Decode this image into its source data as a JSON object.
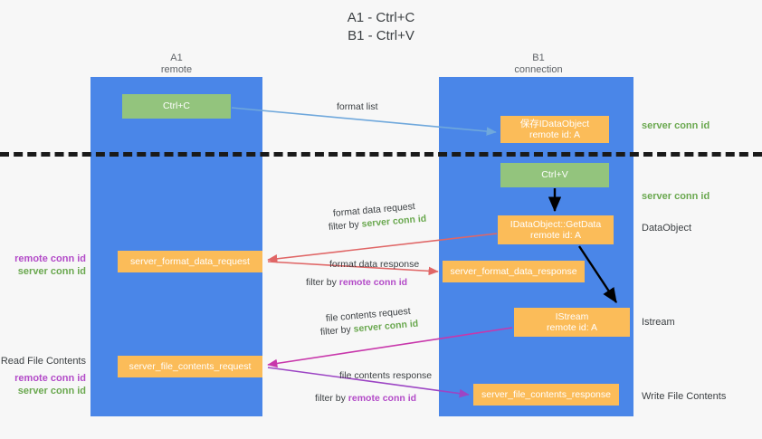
{
  "title": "A1 - Ctrl+C\nB1 - Ctrl+V",
  "columns": [
    {
      "name": "A1",
      "sub": "remote",
      "header": "A1\nremote"
    },
    {
      "name": "B1",
      "sub": "connection",
      "header": "B1\nconnection"
    }
  ],
  "boxes": {
    "ctrl_c": "Ctrl+C",
    "idataobject": "保存IDataObject\nremote id: A",
    "ctrl_v": "Ctrl+V",
    "getdata": "IDataObject::GetData\nremote id: A",
    "istream": "IStream\nremote id: A",
    "server_format_data_request": "server_format_data_request",
    "server_format_data_response": "server_format_data_response",
    "server_file_contents_request": "server_file_contents_request",
    "server_file_contents_response": "server_file_contents_response"
  },
  "annotations": {
    "format_list": "format list",
    "format_data_request": "format data request",
    "filter_by_prefix": "filter by ",
    "server_conn_id": "server conn id",
    "remote_conn_id": "remote conn id",
    "format_data_response": "format data response",
    "file_contents_request": "file contents request",
    "file_contents_response": "file contents response"
  },
  "side_labels": {
    "server_conn_id_top": "server conn id",
    "server_conn_id_mid": "server conn id",
    "dataobject": "DataObject",
    "istream": "Istream",
    "write_file_contents": "Write File Contents"
  },
  "left_labels": {
    "remote_conn_id": "remote conn id",
    "server_conn_id": "server conn id",
    "read_file_contents": "Read File Contents"
  },
  "colors": {
    "lane": "#4a86e8",
    "box_green": "#93c47d",
    "box_orange": "#fbbc59",
    "purple_text": "#b34bc8",
    "green_text": "#6aa84f",
    "arrow_blue": "#6fa8dc",
    "arrow_red": "#e06666",
    "arrow_magenta": "#c837ab",
    "arrow_purple": "#9c45c4",
    "arrow_black": "#000000",
    "background": "#f7f7f7",
    "divider": "#1a1a1a"
  }
}
